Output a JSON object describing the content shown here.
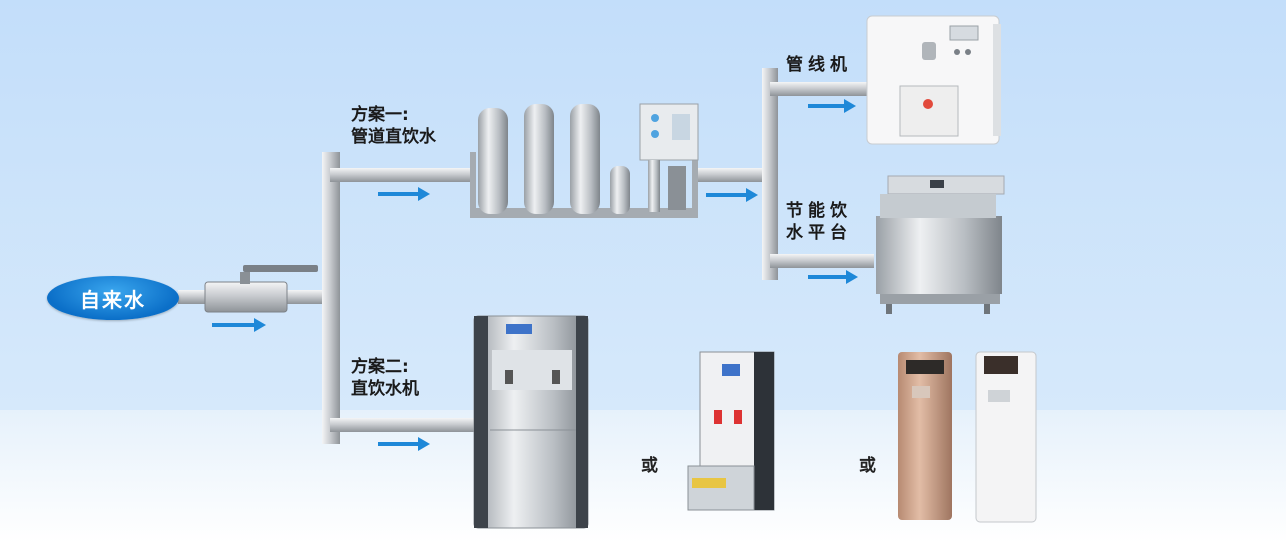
{
  "source": {
    "label": "自来水"
  },
  "plan_one": {
    "line1": "方案一:",
    "line2": "管道直饮水"
  },
  "plan_two": {
    "line1": "方案二:",
    "line2": "直饮水机"
  },
  "outputs": {
    "pipeline_machine": "管线机",
    "platform_line1": "节能饮",
    "platform_line2": "水平台"
  },
  "connector_or_1": "或",
  "connector_or_2": "或",
  "colors": {
    "arrow": "#1e88d8",
    "pipe": "#c9ccd0",
    "bg_top": "#cfe6fb",
    "bg_bottom": "#ffffff"
  }
}
